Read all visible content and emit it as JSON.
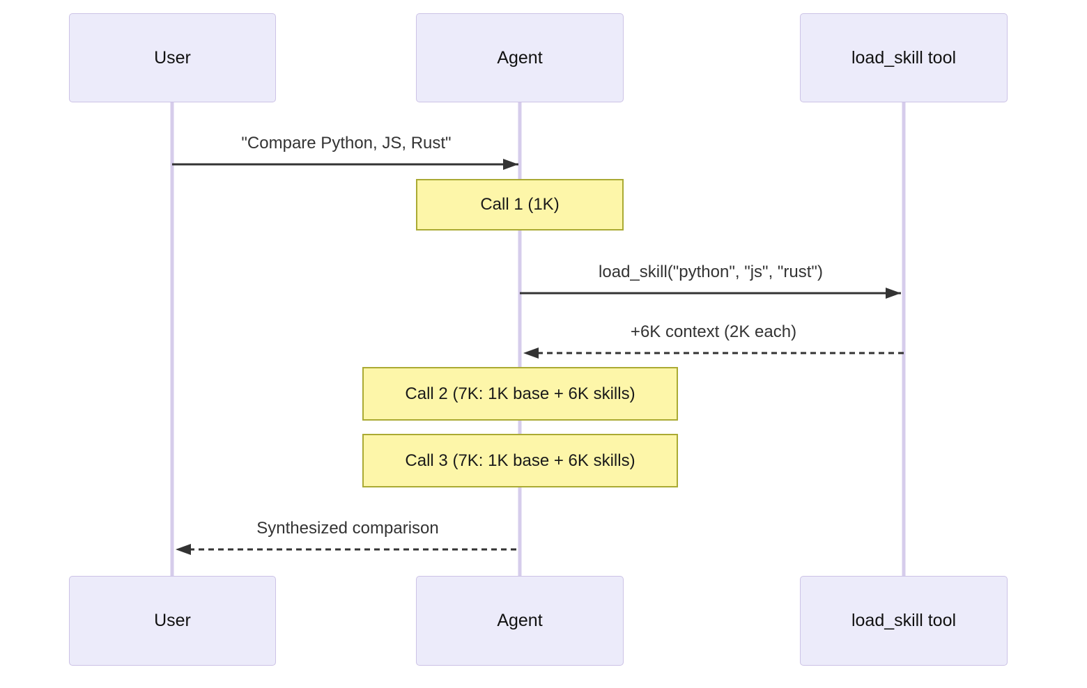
{
  "diagram": {
    "type": "sequence-diagram",
    "background": "#ffffff"
  },
  "colors": {
    "actor_fill": "#ecebfa",
    "actor_border": "#ccc2e6",
    "lifeline": "#d6cceb",
    "note_fill": "#fdf6a9",
    "note_border": "#aaaa33",
    "arrow": "#333333",
    "message_text": "#333333",
    "actor_text": "#111111"
  },
  "participants": [
    {
      "name": "User"
    },
    {
      "name": "Agent"
    },
    {
      "name": "load_skill tool"
    }
  ],
  "messages": [
    {
      "from": "User",
      "to": "Agent",
      "style": "solid",
      "label": "\"Compare Python, JS, Rust\""
    },
    {
      "from": "Agent",
      "to": "load_skill tool",
      "style": "solid",
      "label": "load_skill(\"python\", \"js\", \"rust\")"
    },
    {
      "from": "load_skill tool",
      "to": "Agent",
      "style": "dashed",
      "label": "+6K context (2K each)"
    },
    {
      "from": "Agent",
      "to": "User",
      "style": "dashed",
      "label": "Synthesized comparison"
    }
  ],
  "notes": [
    {
      "over": "Agent",
      "text": "Call 1 (1K)"
    },
    {
      "over": "Agent",
      "text": "Call 2 (7K: 1K base + 6K skills)"
    },
    {
      "over": "Agent",
      "text": "Call 3 (7K: 1K base + 6K skills)"
    }
  ]
}
